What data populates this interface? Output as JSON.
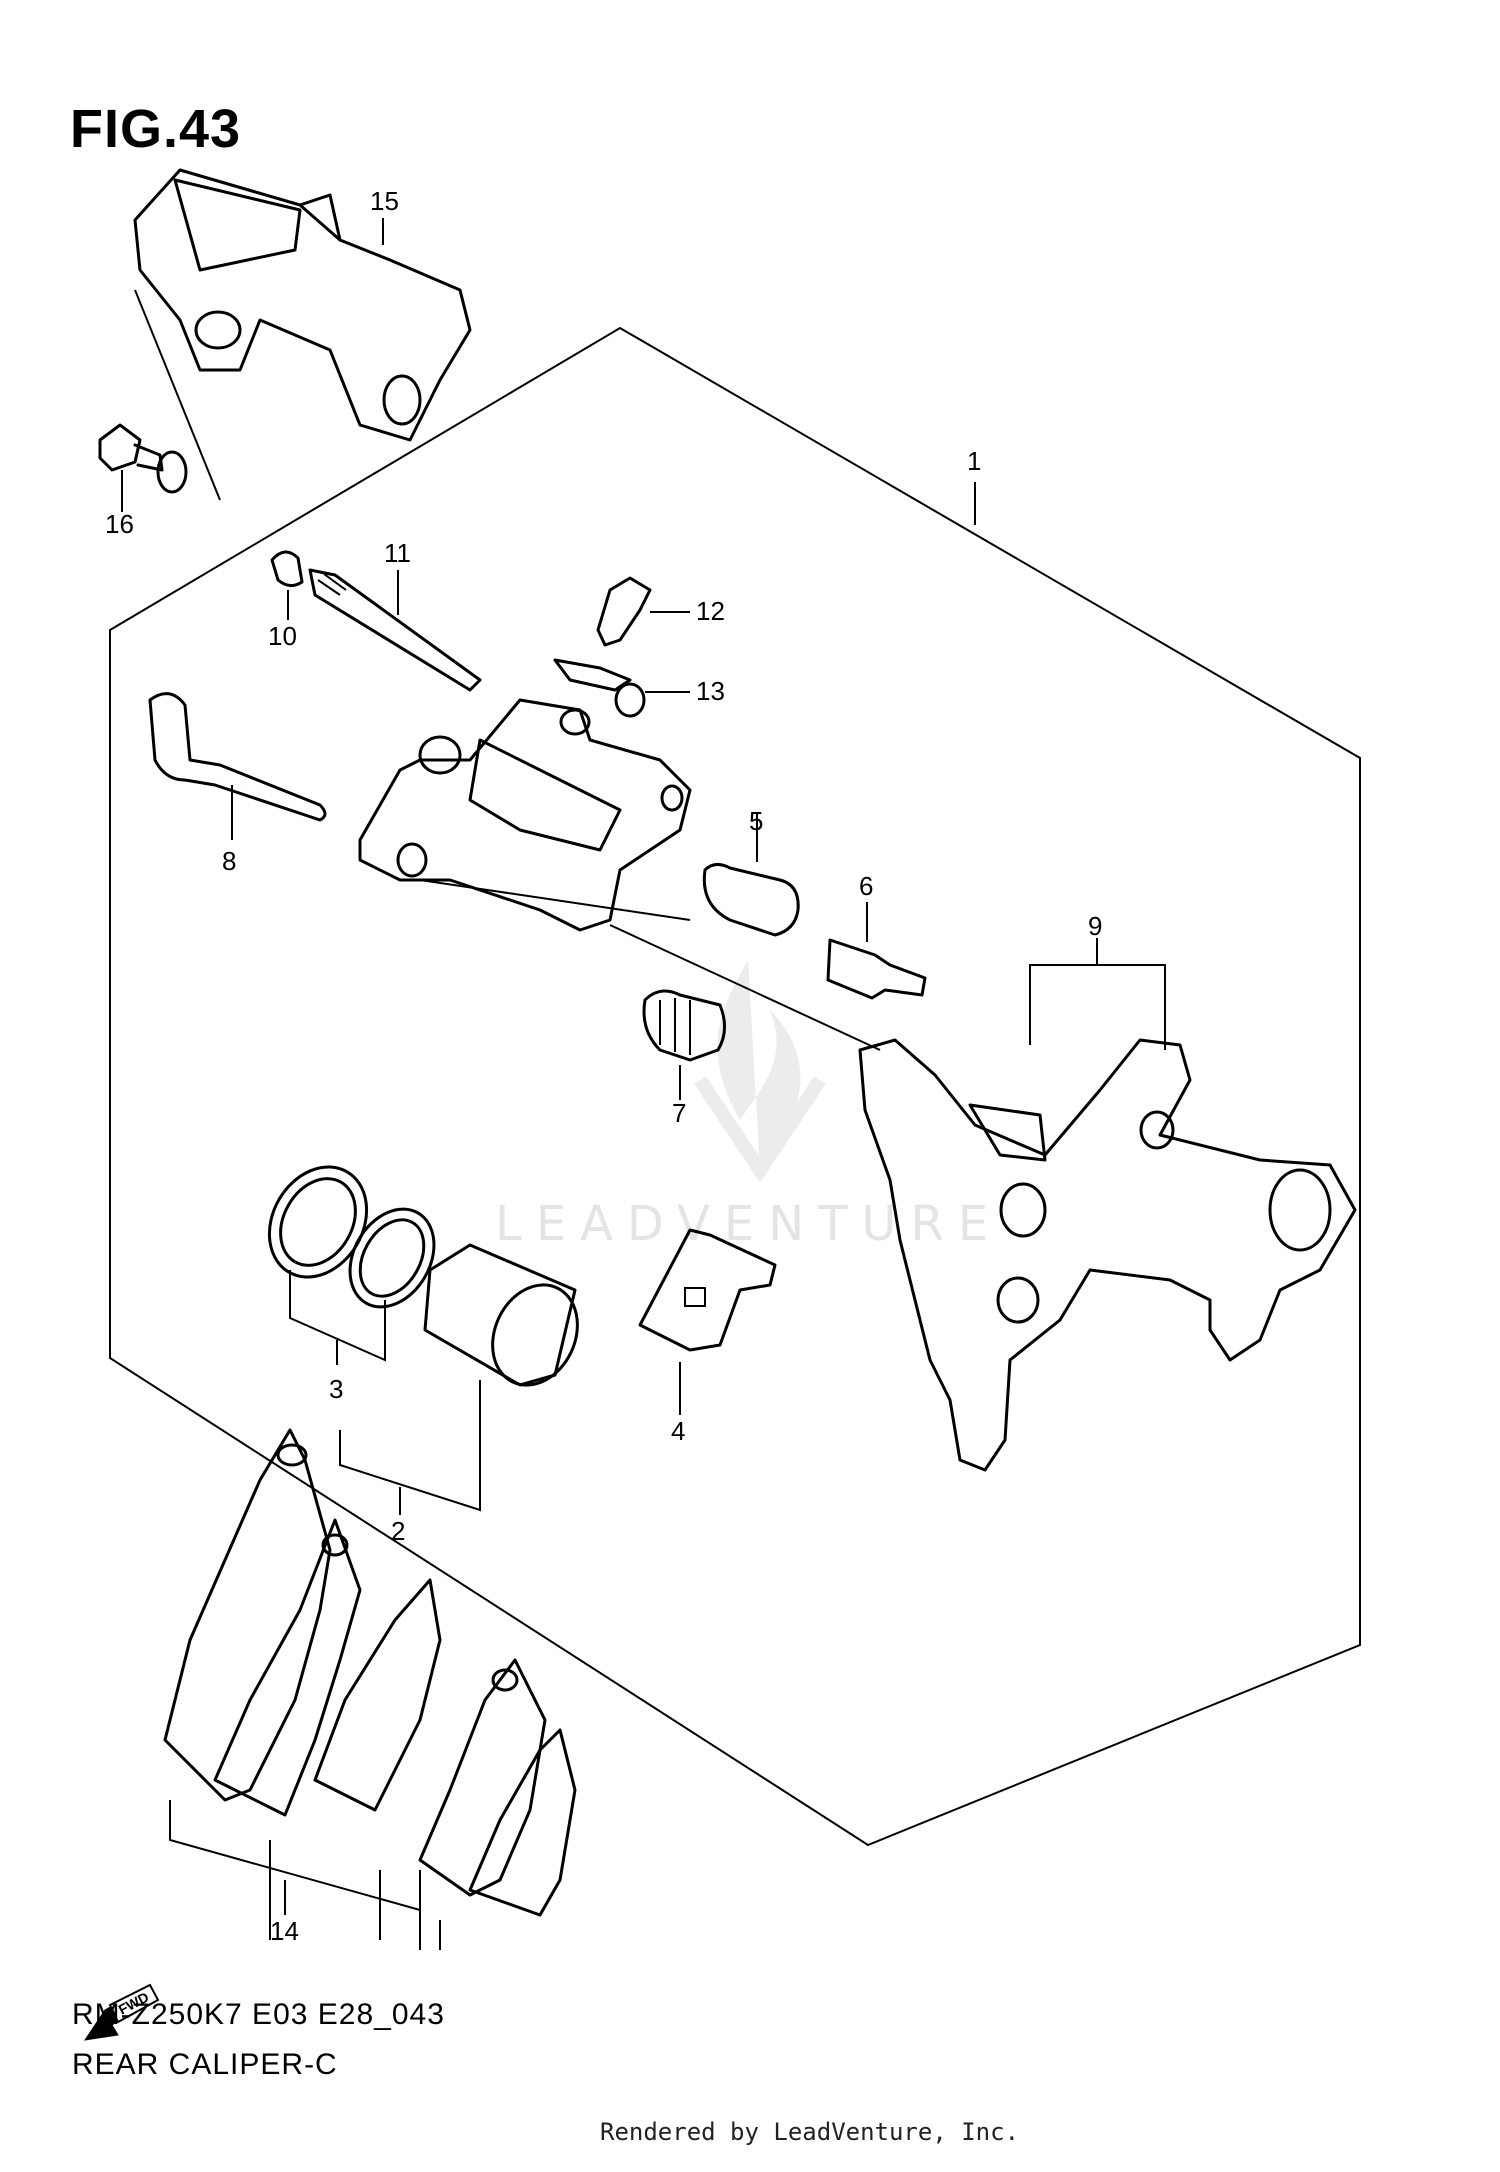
{
  "figure": {
    "title": "FIG.43",
    "model_code": "RM-Z250K7 E03 E28_043",
    "name": "REAR CALIPER-C"
  },
  "watermark": {
    "text": "LEADVENTURE"
  },
  "credit": "Rendered by LeadVenture, Inc.",
  "direction_label": "FWD",
  "callouts": [
    {
      "id": "c1",
      "label": "1"
    },
    {
      "id": "c2",
      "label": "2"
    },
    {
      "id": "c3",
      "label": "3"
    },
    {
      "id": "c4",
      "label": "4"
    },
    {
      "id": "c5",
      "label": "5"
    },
    {
      "id": "c6",
      "label": "6"
    },
    {
      "id": "c7",
      "label": "7"
    },
    {
      "id": "c8",
      "label": "8"
    },
    {
      "id": "c9",
      "label": "9"
    },
    {
      "id": "c10",
      "label": "10"
    },
    {
      "id": "c11",
      "label": "11"
    },
    {
      "id": "c12",
      "label": "12"
    },
    {
      "id": "c13",
      "label": "13"
    },
    {
      "id": "c14",
      "label": "14"
    },
    {
      "id": "c15",
      "label": "15"
    },
    {
      "id": "c16",
      "label": "16"
    }
  ],
  "colors": {
    "line": "#000000",
    "watermark": "#e4e4e4"
  }
}
